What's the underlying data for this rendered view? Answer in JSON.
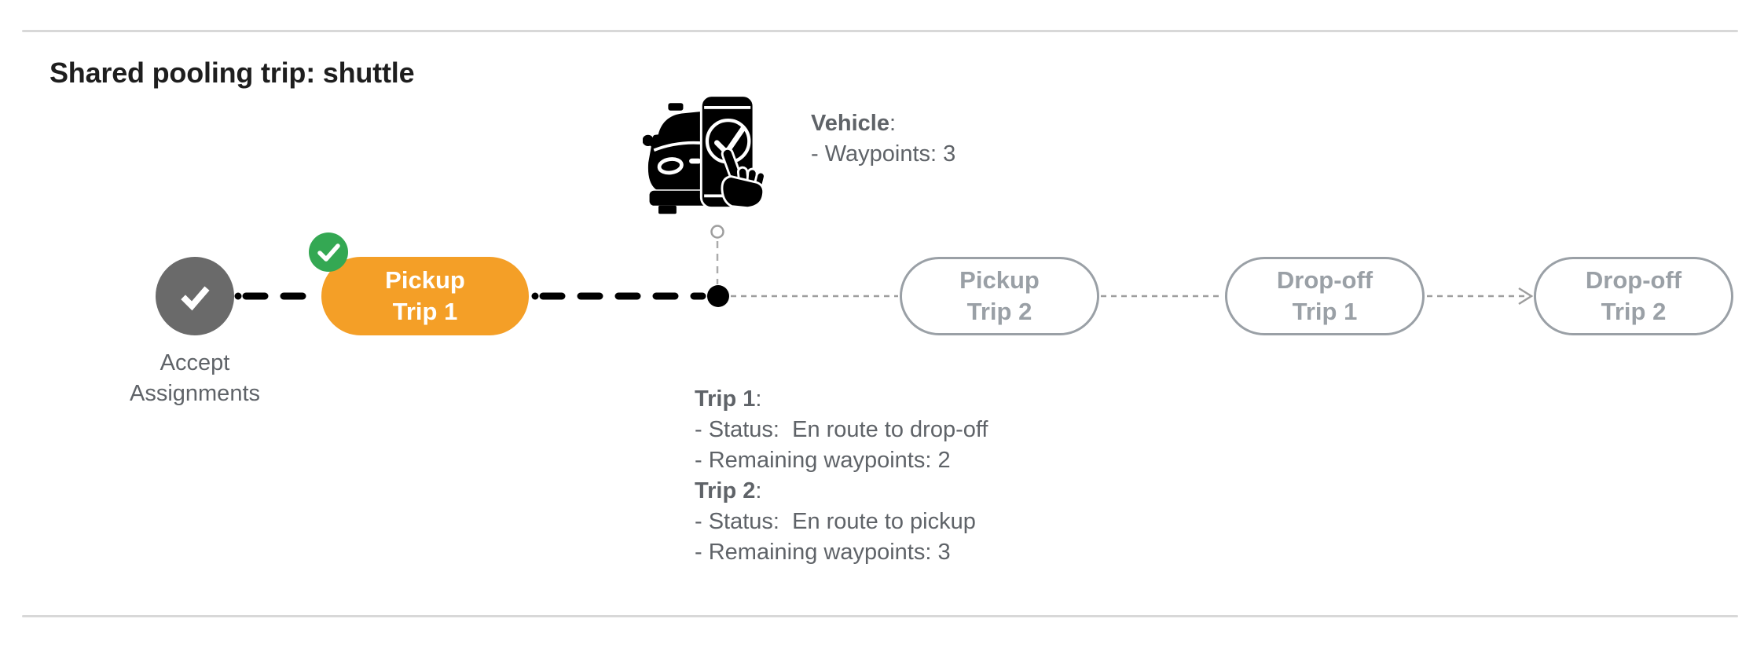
{
  "title": "Shared pooling trip: shuttle",
  "timeline": {
    "start": {
      "label_line1": "Accept",
      "label_line2": "Assignments",
      "state": "completed",
      "icon": "check-icon"
    },
    "nodes": [
      {
        "line1": "Pickup",
        "line2": "Trip 1",
        "state": "current",
        "badge": "completed-check"
      },
      {
        "line1": "Pickup",
        "line2": "Trip 2",
        "state": "upcoming",
        "badge": null
      },
      {
        "line1": "Drop-off",
        "line2": "Trip 1",
        "state": "upcoming",
        "badge": null
      },
      {
        "line1": "Drop-off",
        "line2": "Trip 2",
        "state": "upcoming",
        "badge": null
      }
    ],
    "vehicle_marker_icon": "autonomous-car-phone-check-icon"
  },
  "vehicle_info": {
    "heading": "Vehicle",
    "colon": ":",
    "waypoints_line": "- Waypoints: 3"
  },
  "trip_info": [
    {
      "heading": "Trip 1",
      "colon": ":",
      "status_line": "- Status:  En route to drop-off",
      "waypoints_line": "- Remaining waypoints: 2"
    },
    {
      "heading": "Trip 2",
      "colon": ":",
      "status_line": "- Status:  En route to pickup",
      "waypoints_line": "- Remaining waypoints: 3"
    }
  ],
  "colors": {
    "current_node_orange": "#F49F27",
    "completed_badge_green": "#34A853",
    "start_node_gray": "#6A6A6A",
    "upcoming_gray": "#9AA0A6",
    "body_text_gray": "#5F6368",
    "connector_black": "#000000",
    "connector_gray": "#9E9E9E",
    "divider_gray": "#D8D8D8"
  }
}
